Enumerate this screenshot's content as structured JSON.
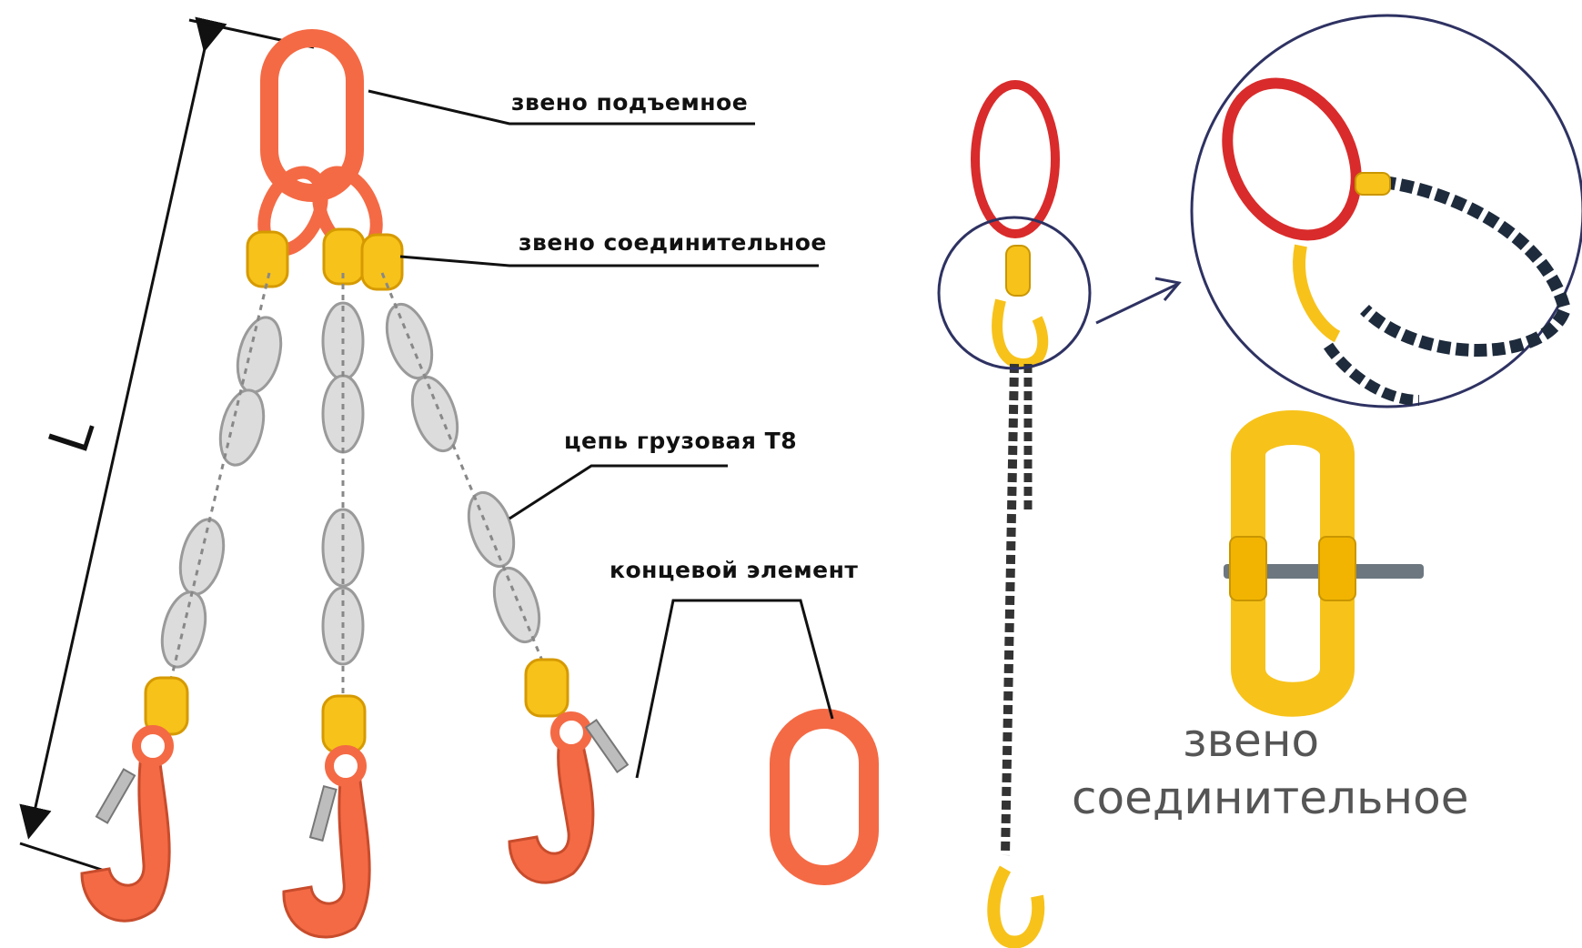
{
  "labels": {
    "lifting_link": "звено подъемное",
    "connecting_link": "звено соединительное",
    "chain": "цепь грузовая Т8",
    "end_element": "концевой элемент",
    "length": "L"
  },
  "caption": {
    "line1": "звено",
    "line2": "соединительное"
  },
  "colors": {
    "orange": "#f46a45",
    "yellow": "#f7c21a",
    "chain_gray": "#d2d2d2",
    "dark_chain": "#1e2b3c",
    "red_ring": "#d92b2b",
    "leader": "#111111"
  }
}
